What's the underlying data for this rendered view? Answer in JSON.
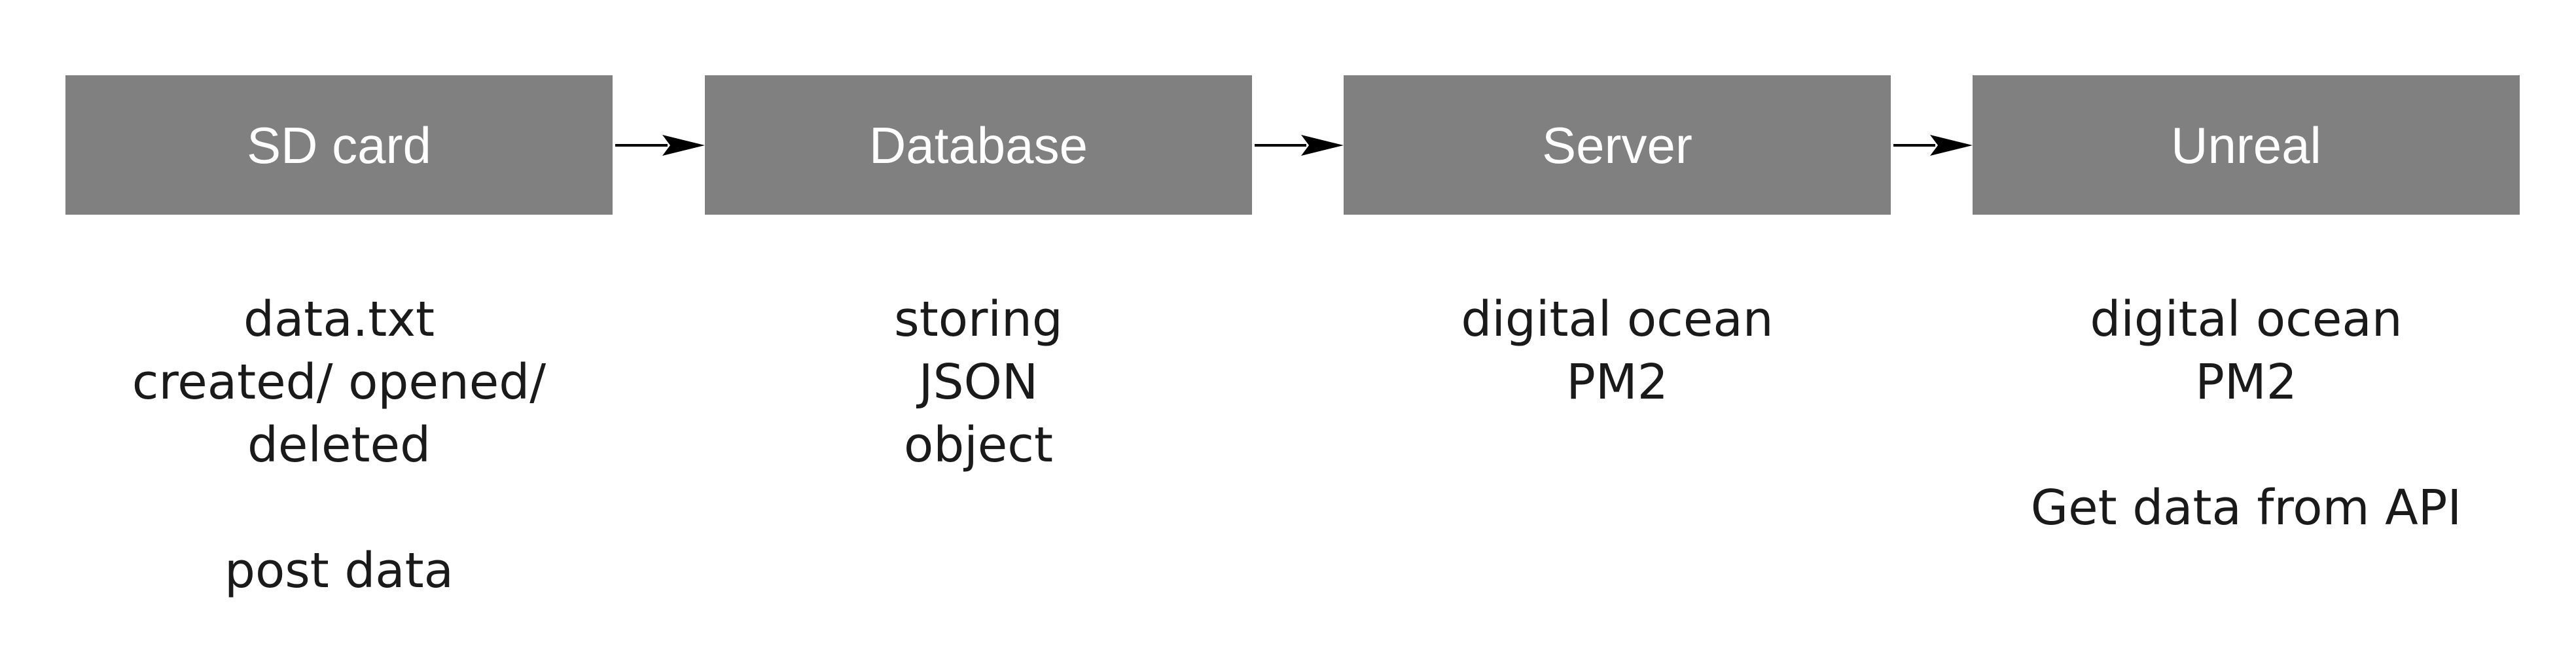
{
  "nodes": [
    {
      "label": "SD card",
      "notes": [
        "data.txt",
        "created/ opened/",
        "deleted",
        "",
        "post data"
      ]
    },
    {
      "label": "Database",
      "notes": [
        "storing",
        "JSON",
        "object"
      ]
    },
    {
      "label": "Server",
      "notes": [
        "digital ocean",
        "PM2"
      ]
    },
    {
      "label": "Unreal",
      "notes": [
        "digital ocean",
        "PM2",
        "",
        "Get data from API"
      ]
    }
  ],
  "colors": {
    "box_fill": "#808080",
    "box_text": "#ffffff",
    "note_text": "#1a1a1a",
    "arrow": "#000000"
  }
}
